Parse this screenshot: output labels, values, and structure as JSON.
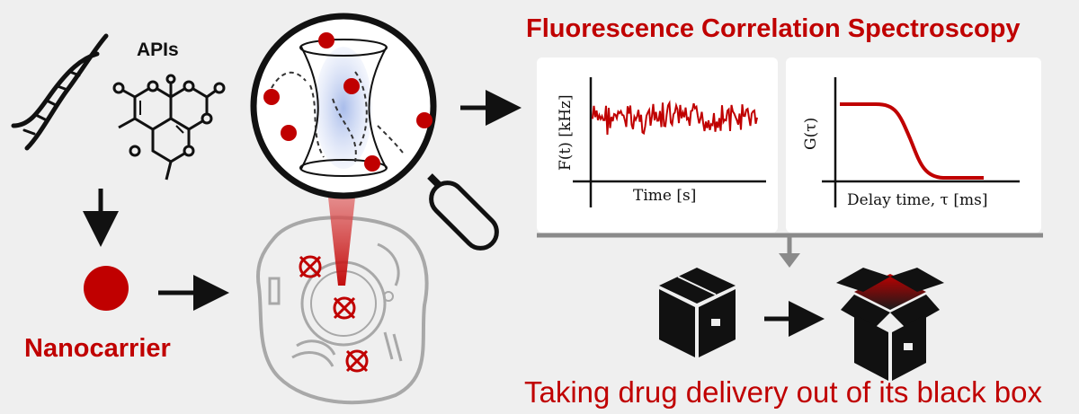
{
  "labels": {
    "apis": "APIs",
    "nanocarrier": "Nanocarrier",
    "fcs_title": "Fluorescence Correlation Spectroscopy",
    "caption": "Taking drug delivery out of its black box"
  },
  "plots": {
    "time_trace": {
      "ylabel": "F(t) [kHz]",
      "xlabel": "Time [s]"
    },
    "correlation": {
      "ylabel": "G(τ)",
      "xlabel": "Delay time, τ [ms]"
    }
  },
  "colors": {
    "accent": "#c00000",
    "ink": "#111111",
    "gray": "#8a8a8a"
  },
  "icons": [
    "dna-icon",
    "molecule-icon",
    "nanocarrier-dot-icon",
    "cell-icon",
    "magnifier-icon",
    "closed-box-icon",
    "open-box-icon"
  ]
}
